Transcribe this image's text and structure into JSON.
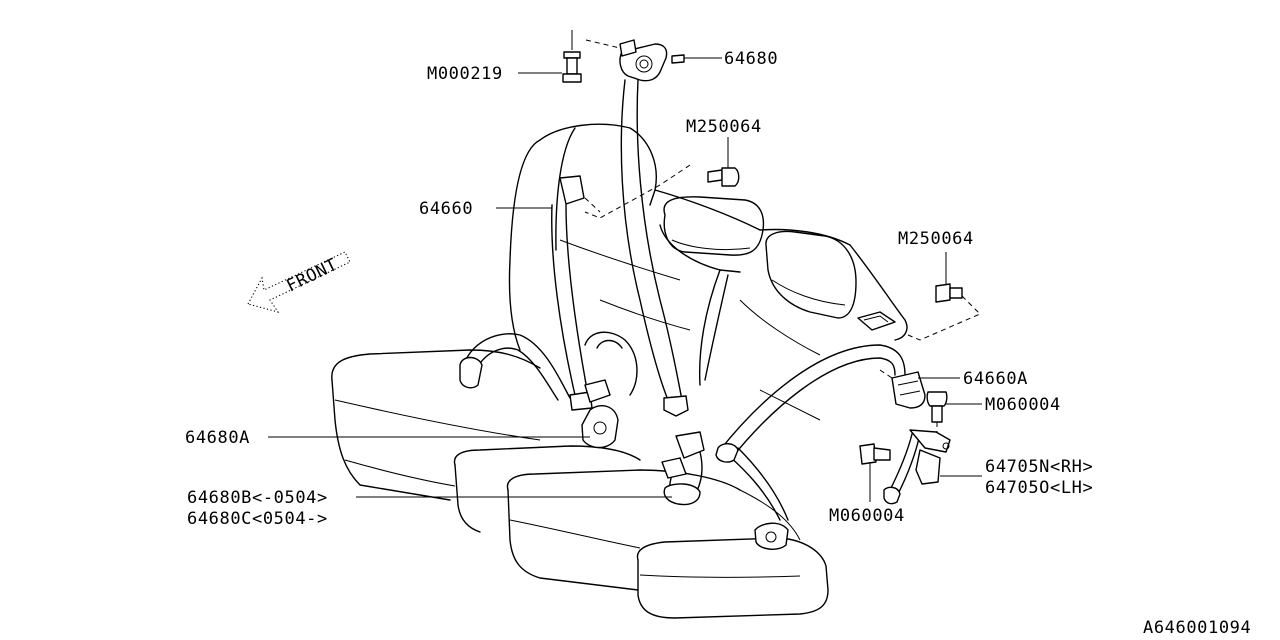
{
  "figure_code": "A646001094",
  "front_label": "FRONT",
  "callouts": {
    "m000219": "M000219",
    "p64680": "64680",
    "m250064_upper": "M250064",
    "p64660": "64660",
    "m250064_right": "M250064",
    "p64660a": "64660A",
    "m060004_right": "M060004",
    "p64680a": "64680A",
    "p64705n": "64705N<RH>",
    "p64705o": "64705O<LH>",
    "p64680b": "64680B<-0504>",
    "p64680c": "64680C<0504->",
    "m060004_bottom": "M060004"
  }
}
